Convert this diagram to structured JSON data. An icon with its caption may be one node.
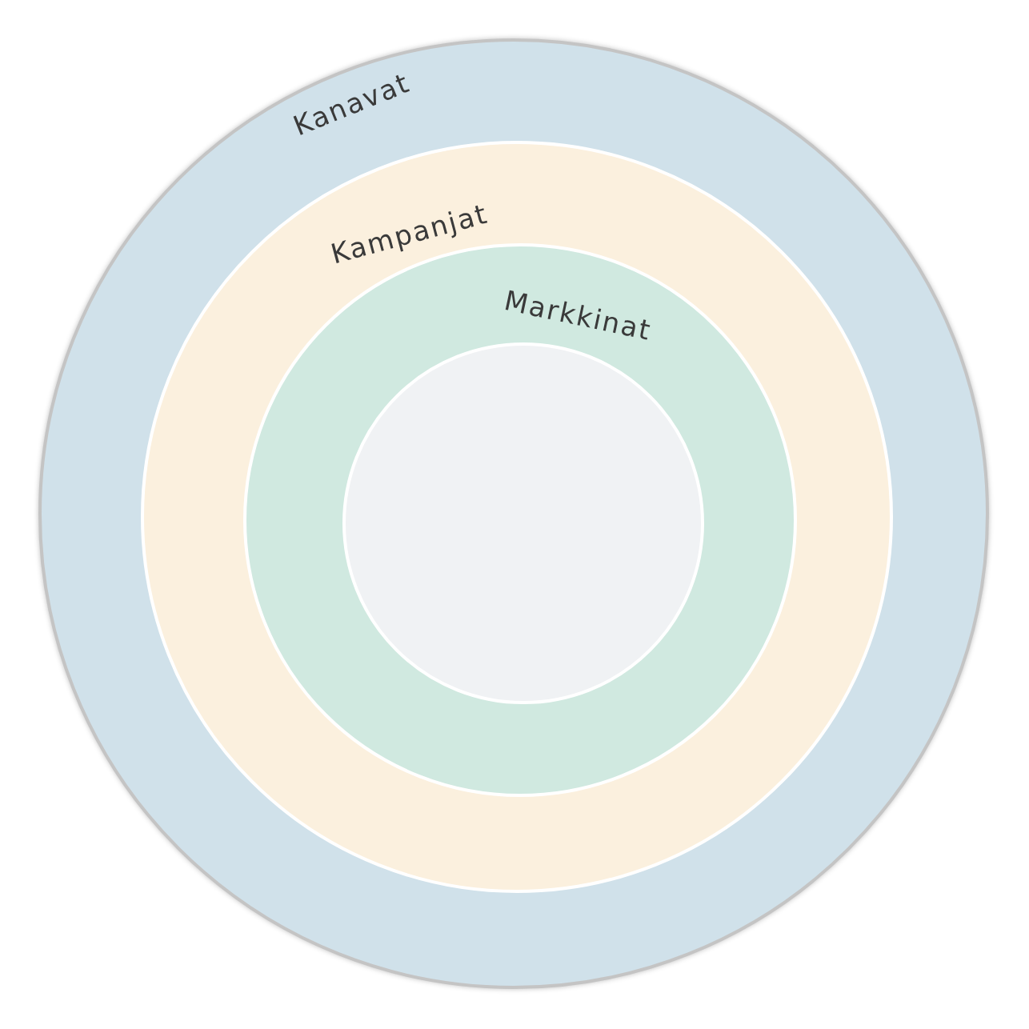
{
  "diagram": {
    "nodes": [
      {
        "text": [
          "Kanavat"
        ]
      },
      {
        "text": [
          "Kampanjat"
        ],
        "in": 0
      },
      {
        "text": [
          "Markkinat"
        ],
        "in": 1
      },
      {
        "text": [],
        "shape": "circle",
        "in": 2
      }
    ]
  }
}
